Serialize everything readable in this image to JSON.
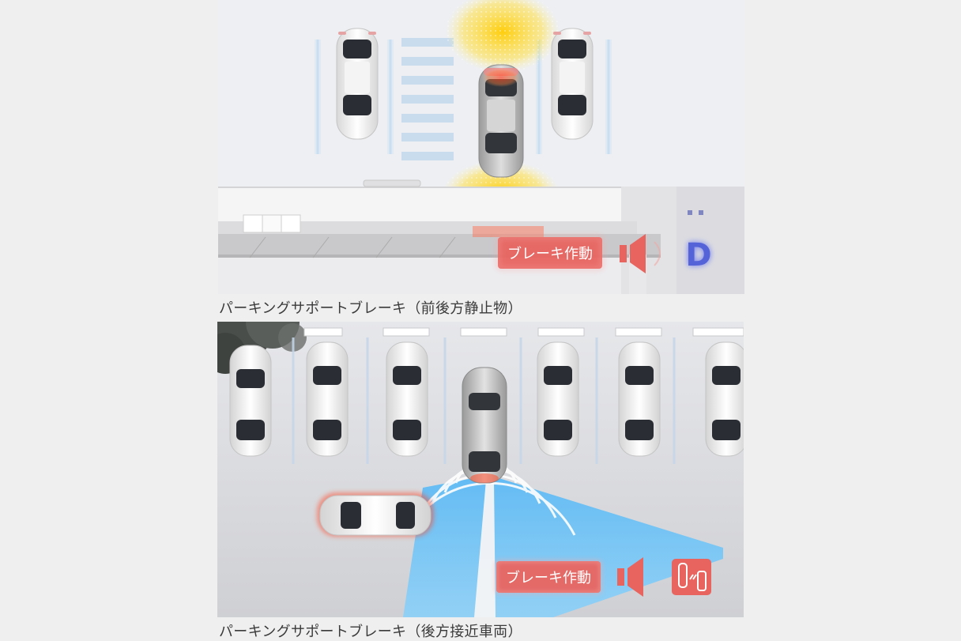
{
  "scenes": [
    {
      "caption": "パーキングサポートブレーキ（前後方静止物）",
      "brake_label": "ブレーキ作動",
      "shift_indicator": "D",
      "icons": [
        "speaker-icon",
        "shift-d-icon"
      ]
    },
    {
      "caption": "パーキングサポートブレーキ（後方接近車両）",
      "brake_label": "ブレーキ作動",
      "icons": [
        "speaker-icon",
        "rear-cross-traffic-icon"
      ]
    }
  ],
  "colors": {
    "brake_badge": "#e8645f",
    "sensor_yellow": "#ffd100",
    "sensor_red": "#ff4a2a",
    "radar_blue": "#3fa9f5",
    "shift_blue": "#5a6be8"
  }
}
